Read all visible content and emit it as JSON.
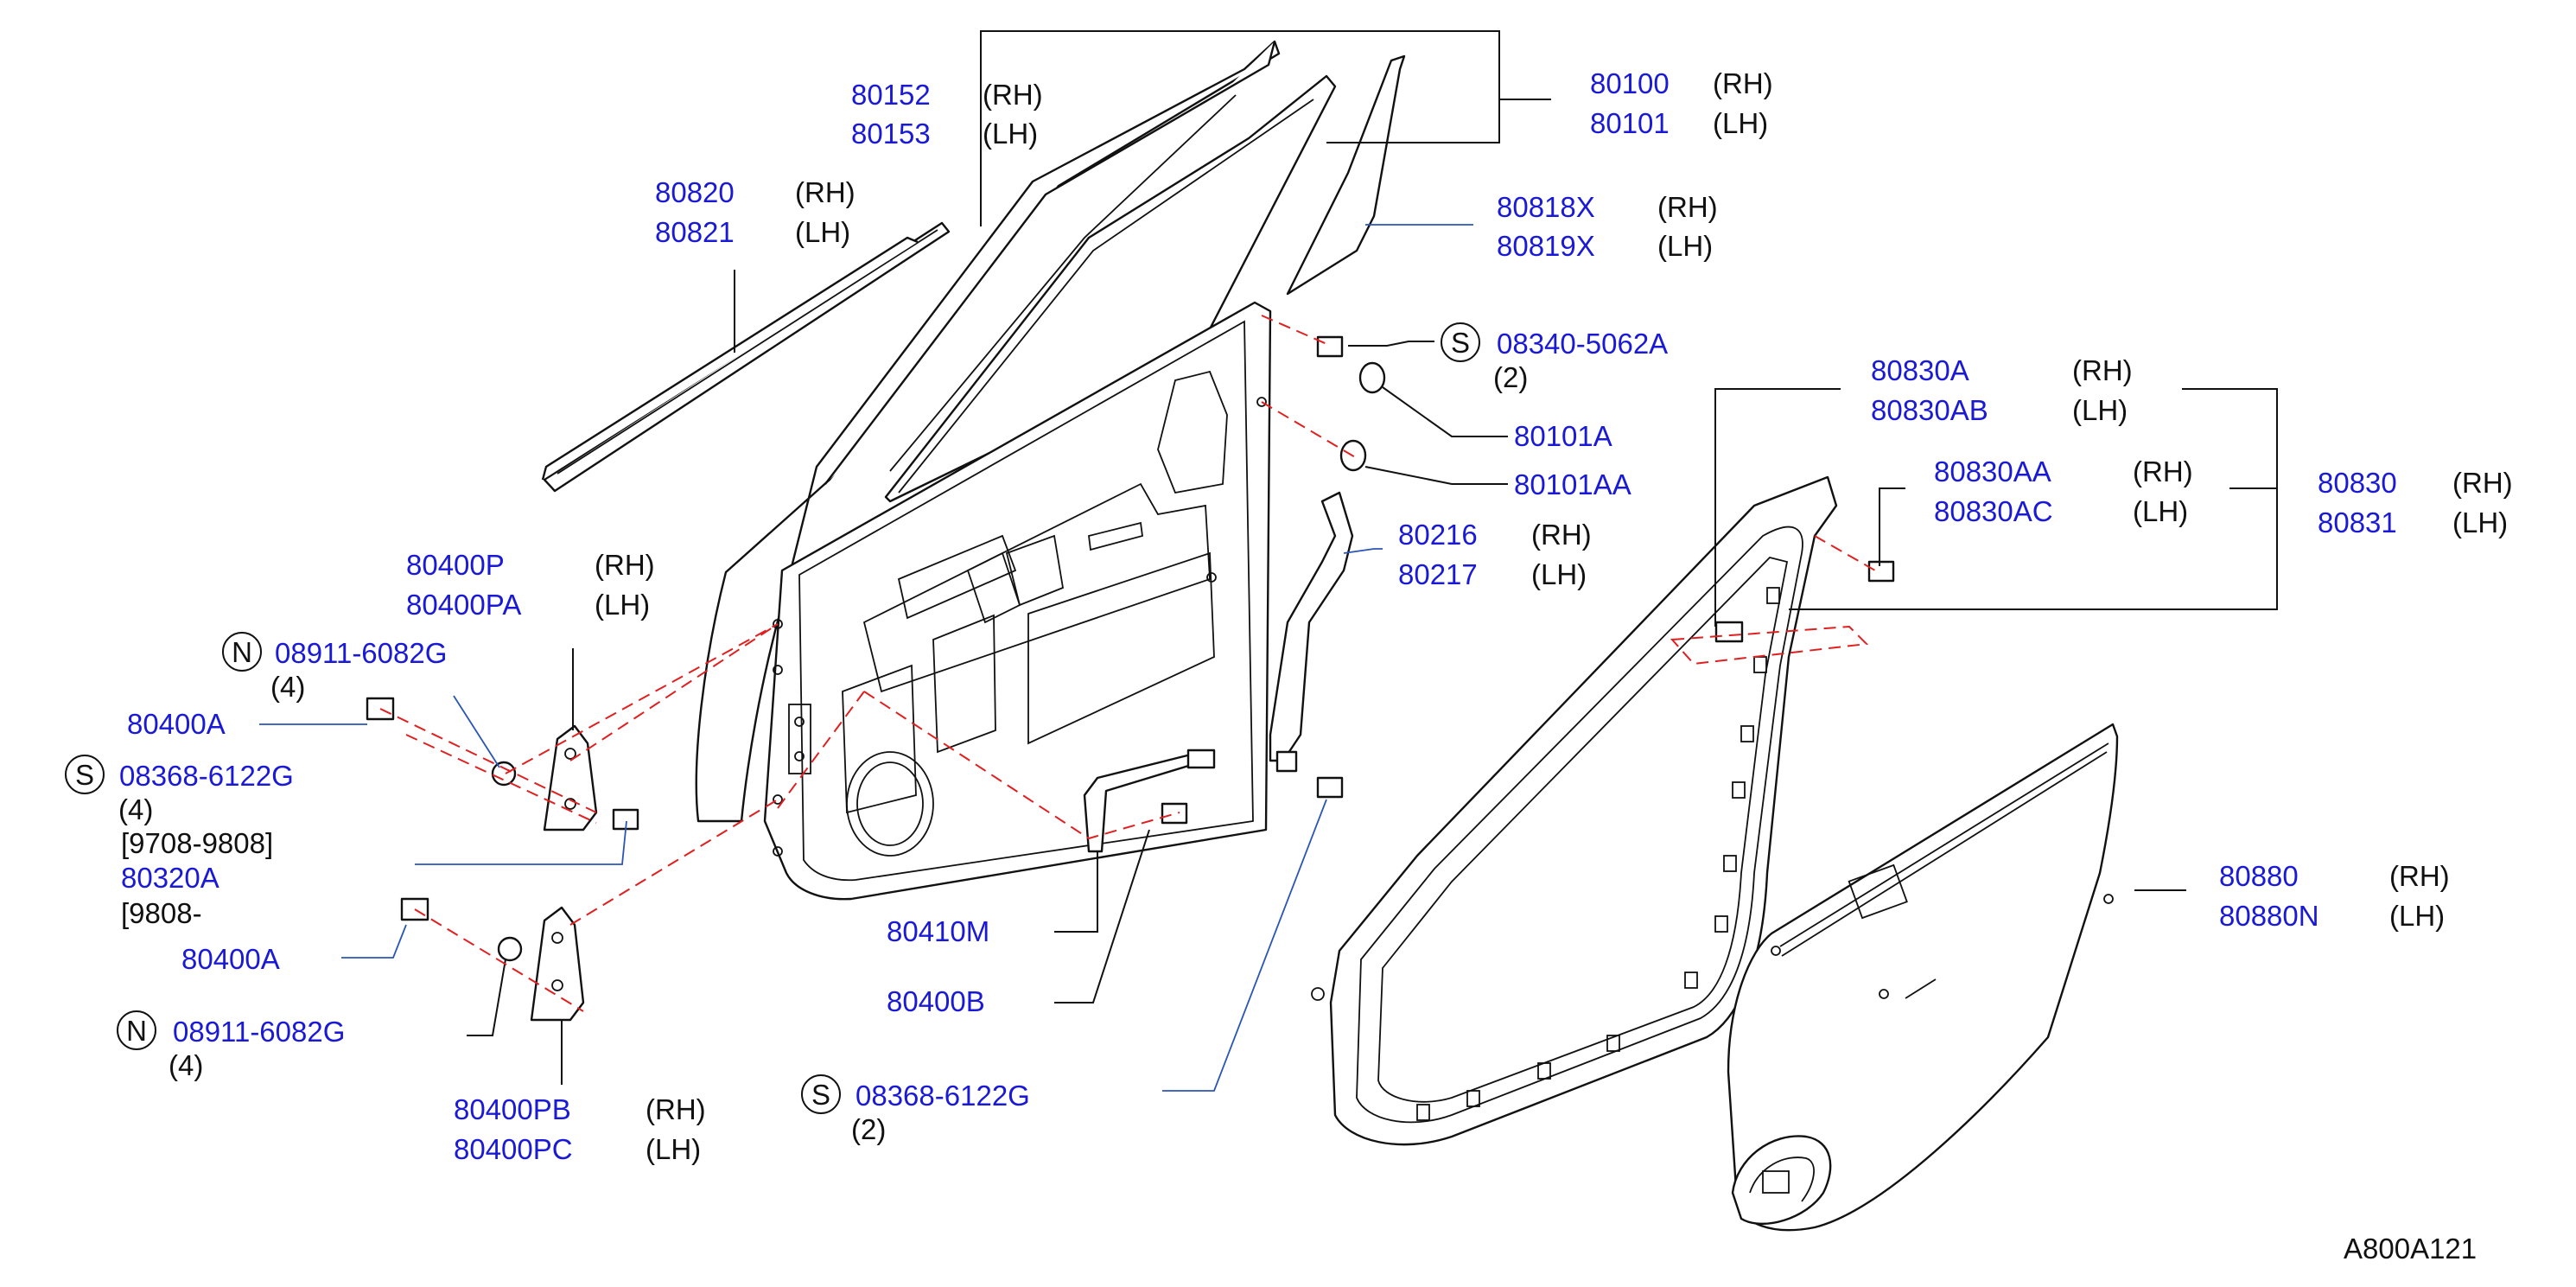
{
  "labels": {
    "p80152": "80152",
    "p80152_side": "(RH)",
    "p80153": "80153",
    "p80153_side": "(LH)",
    "p80100": "80100",
    "p80100_side": "(RH)",
    "p80101": "80101",
    "p80101_side": "(LH)",
    "p80820": "80820",
    "p80820_side": "(RH)",
    "p80821": "80821",
    "p80821_side": "(LH)",
    "p80818X": "80818X",
    "p80818X_side": "(RH)",
    "p80819X": "80819X",
    "p80819X_side": "(LH)",
    "p08340": "08340-5062A",
    "p08340_prefix": "S",
    "p08340_qty": "(2)",
    "p80101A": "80101A",
    "p80101AA": "80101AA",
    "p80830A": "80830A",
    "p80830A_side": "(RH)",
    "p80830AB": "80830AB",
    "p80830AB_side": "(LH)",
    "p80830AA": "80830AA",
    "p80830AA_side": "(RH)",
    "p80830AC": "80830AC",
    "p80830AC_side": "(LH)",
    "p80830": "80830",
    "p80830_side": "(RH)",
    "p80831": "80831",
    "p80831_side": "(LH)",
    "p80216": "80216",
    "p80216_side": "(RH)",
    "p80217": "80217",
    "p80217_side": "(LH)",
    "p80400P": "80400P",
    "p80400P_side": "(RH)",
    "p80400PA": "80400PA",
    "p80400PA_side": "(LH)",
    "p08911a": "08911-6082G",
    "p08911a_prefix": "N",
    "p08911a_qty": "(4)",
    "p80400A_1": "80400A",
    "p08368a": "08368-6122G",
    "p08368a_prefix": "S",
    "p08368a_qty": "(4)",
    "date1": "[9708-9808]",
    "p80320A": "80320A",
    "date2": "[9808-",
    "p80400A_2": "80400A",
    "p08911b": "08911-6082G",
    "p08911b_prefix": "N",
    "p08911b_qty": "(4)",
    "p80400PB": "80400PB",
    "p80400PB_side": "(RH)",
    "p80400PC": "80400PC",
    "p80400PC_side": "(LH)",
    "p80410M": "80410M",
    "p80400B": "80400B",
    "p08368b": "08368-6122G",
    "p08368b_prefix": "S",
    "p08368b_qty": "(2)",
    "p80880": "80880",
    "p80880_side": "(RH)",
    "p80880N": "80880N",
    "p80880N_side": "(LH)",
    "figure_code": "A800A121"
  },
  "colors": {
    "part_number": "#1a1ad6",
    "text": "#111111",
    "leader_blue": "#2b55b5",
    "dashed_red": "#e02020"
  }
}
